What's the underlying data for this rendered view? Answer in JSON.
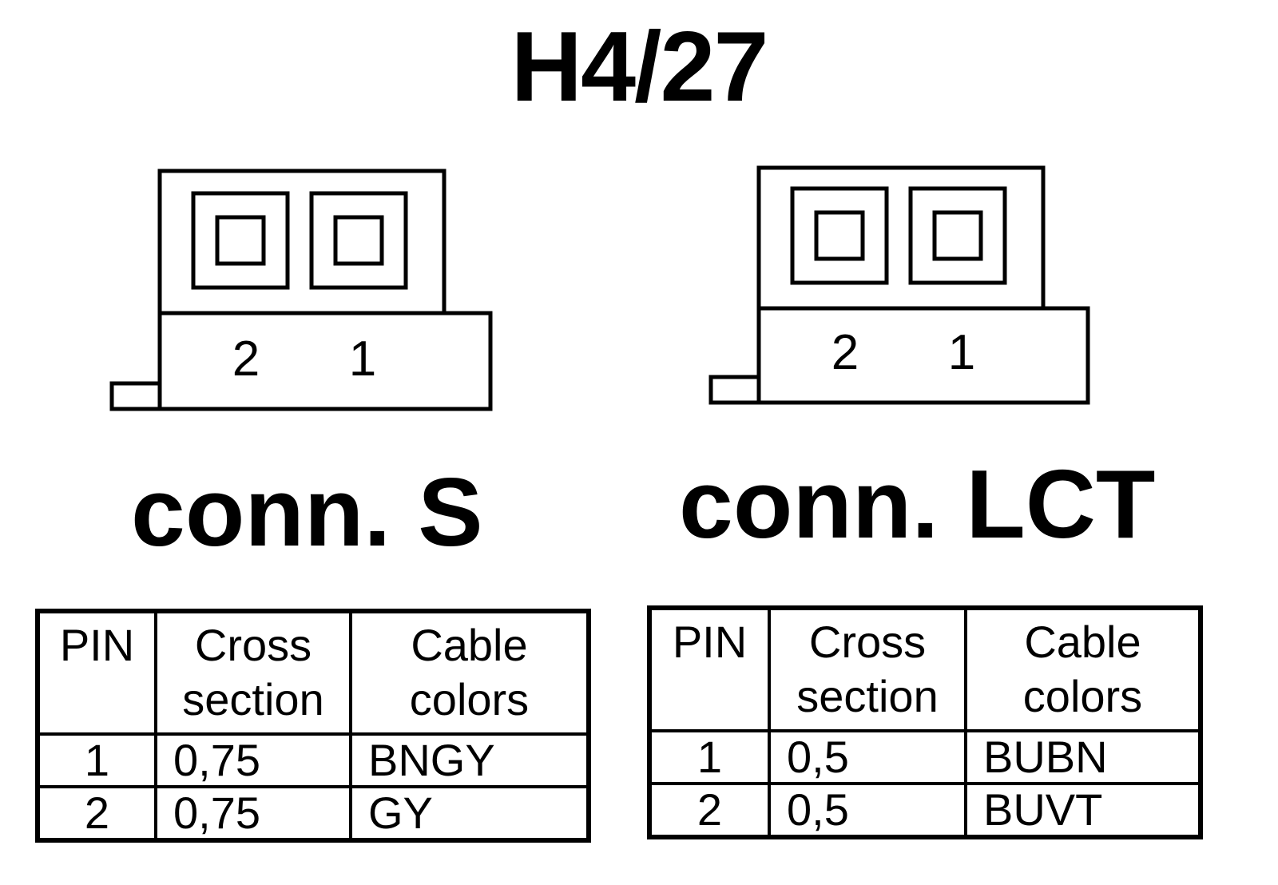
{
  "title": "H4/27",
  "connectors": [
    {
      "label": "conn. S",
      "pin_numbers": [
        "2",
        "1"
      ],
      "table": {
        "headers": {
          "pin": "PIN",
          "cross_section": [
            "Cross",
            "section"
          ],
          "cable_colors": [
            "Cable",
            "colors"
          ]
        },
        "rows": [
          {
            "pin": "1",
            "cross_section": "0,75",
            "cable_colors": "BNGY"
          },
          {
            "pin": "2",
            "cross_section": "0,75",
            "cable_colors": "GY"
          }
        ]
      }
    },
    {
      "label": "conn. LCT",
      "pin_numbers": [
        "2",
        "1"
      ],
      "table": {
        "headers": {
          "pin": "PIN",
          "cross_section": [
            "Cross",
            "section"
          ],
          "cable_colors": [
            "Cable",
            "colors"
          ]
        },
        "rows": [
          {
            "pin": "1",
            "cross_section": "0,5",
            "cable_colors": "BUBN"
          },
          {
            "pin": "2",
            "cross_section": "0,5",
            "cable_colors": "BUVT"
          }
        ]
      }
    }
  ]
}
